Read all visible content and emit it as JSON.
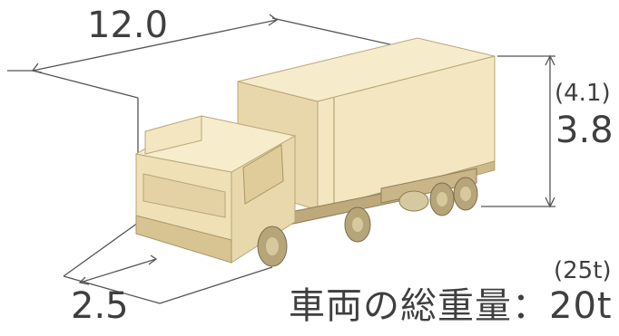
{
  "dimensions": {
    "length": "12.0",
    "height_max": "(4.1)",
    "height": "3.8",
    "width": "2.5"
  },
  "weight": {
    "max": "(25t)",
    "label": "車両の総重量：20t"
  },
  "colors": {
    "body": "#f3e7c4",
    "body_shade": "#e5d3a6",
    "outline": "#b8a67a",
    "dim_line": "#555555",
    "text": "#3f3f3f"
  }
}
